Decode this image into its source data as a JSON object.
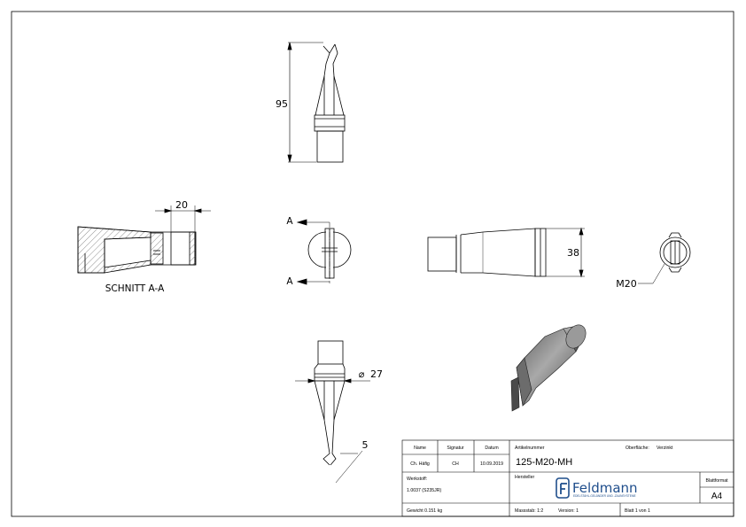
{
  "drawing": {
    "dimensions": {
      "height_overall": "95",
      "collar_length": "20",
      "width_side": "38",
      "diameter": "27",
      "tip_offset": "5"
    },
    "diameter_symbol": "⌀",
    "thread_label": "M20",
    "section_label": "SCHNITT A-A",
    "section_marker_top": "A",
    "section_marker_bottom": "A"
  },
  "title_block": {
    "headers": {
      "name": "Name",
      "signature": "Signatur",
      "date": "Datum",
      "part_number": "Artikelnummer",
      "surface": "Oberfläche:",
      "manufacturer": "Hersteller",
      "material": "Werkstoff:",
      "format": "Blattformat"
    },
    "drawn_by": "Ch. Häfig",
    "signature": "CH",
    "date": "10.09.2019",
    "part_number": "125-M20-MH",
    "surface_value": "Verzinkt",
    "material_value": "1.0037 (S235JR)",
    "weight": "Gewicht 0.151 kg",
    "scale": "Massstab: 1:2",
    "version": "Version: 1",
    "sheet": "Blatt 1 von 1",
    "format_value": "A4",
    "logo_name": "Feldmann",
    "logo_tagline": "EDELSTAHL-GELÄNDER UND -ZAUNSYSTEME"
  }
}
